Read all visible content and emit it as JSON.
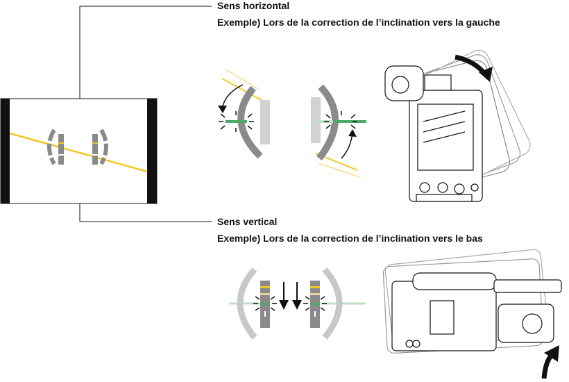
{
  "callouts": {
    "horizontal": {
      "title": "Sens horizontal",
      "example": "Exemple) Lors de la correction de l’inclination vers la gauche"
    },
    "vertical": {
      "title": "Sens vertical",
      "example": "Exemple) Lors de la correction de l’inclination vers le bas"
    }
  },
  "colors": {
    "level_line": "#f3c623",
    "green_mark": "#4fa866",
    "light_green": "#bfe0c4",
    "gray_dark": "#8a8a8a",
    "gray_light": "#c8c8c8",
    "black": "#111111"
  },
  "icons": [
    "camera-icon",
    "arrow-icon",
    "spark-icon"
  ]
}
